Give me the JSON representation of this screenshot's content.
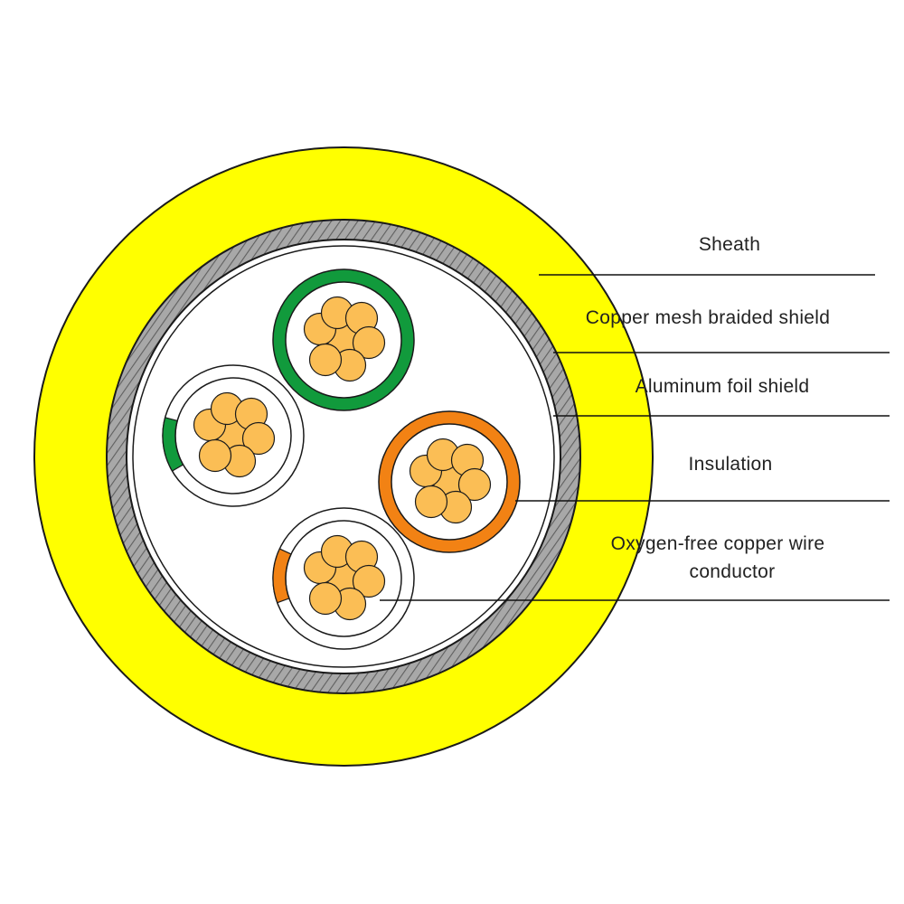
{
  "colors": {
    "sheath": "#FFFF00",
    "braid": "#A8A8A8",
    "braid_hatch": "#5F5F5F",
    "foil": "#FFFFFF",
    "strand": "#FBBE55",
    "outline": "#1A1A1A",
    "pair_green": "#119A3C",
    "pair_orange": "#F28214",
    "leader": "#111111"
  },
  "labels": {
    "sheath": "Sheath",
    "braid": "Copper mesh braided shield",
    "foil": "Aluminum foil shield",
    "insulation": "Insulation",
    "conductor_line1": "Oxygen-free copper wire",
    "conductor_line2": "conductor"
  },
  "conductors": [
    {
      "name": "green-core",
      "insulation_color": "green",
      "style": "full"
    },
    {
      "name": "white-green-core",
      "insulation_color": "green",
      "style": "stripe"
    },
    {
      "name": "orange-core",
      "insulation_color": "orange",
      "style": "full"
    },
    {
      "name": "white-orange-core",
      "insulation_color": "orange",
      "style": "stripe"
    }
  ]
}
